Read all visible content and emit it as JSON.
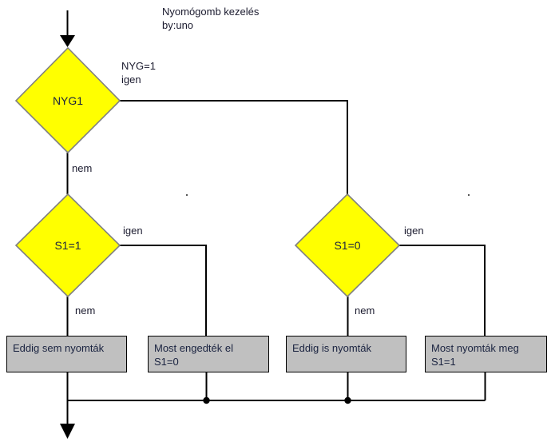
{
  "diagram": {
    "title_line1": "Nyomógomb kezelés",
    "title_line2": "by:uno",
    "colors": {
      "decision_fill": "#FFFF00",
      "decision_stroke": "#808080",
      "process_fill": "#C0C0C0",
      "process_stroke": "#000000",
      "connector": "#000000",
      "text": "#1A2340",
      "background": "#FFFFFF"
    },
    "decisions": [
      {
        "id": "nyg1",
        "label": "NYG1"
      },
      {
        "id": "s1eq1",
        "label": "S1=1"
      },
      {
        "id": "s1eq0",
        "label": "S1=0"
      }
    ],
    "processes": [
      {
        "id": "box1",
        "text": "Eddig sem nyomták"
      },
      {
        "id": "box2",
        "text": "Most engedték el\nS1=0"
      },
      {
        "id": "box3",
        "text": "Eddig is nyomták"
      },
      {
        "id": "box4",
        "text": "Most nyomták meg\nS1=1"
      }
    ],
    "edge_labels": {
      "nyg1_yes_line1": "NYG=1",
      "nyg1_yes_line2": "igen",
      "nyg1_no": "nem",
      "s1eq1_yes": "igen",
      "s1eq1_no": "nem",
      "s1eq0_yes": "igen",
      "s1eq0_no": "nem"
    }
  }
}
